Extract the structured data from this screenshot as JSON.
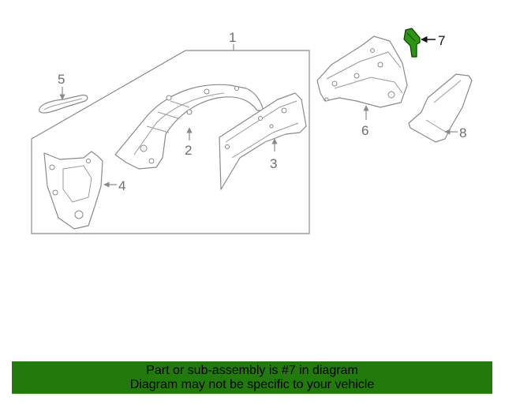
{
  "callouts": {
    "c1": "1",
    "c2": "2",
    "c3": "3",
    "c4": "4",
    "c5": "5",
    "c6": "6",
    "c7": "7",
    "c8": "8"
  },
  "highlight_color": "#217a0b",
  "banner": {
    "line1": "Part or sub-assembly is #7 in diagram",
    "line2": "Diagram may not be specific to your vehicle"
  }
}
